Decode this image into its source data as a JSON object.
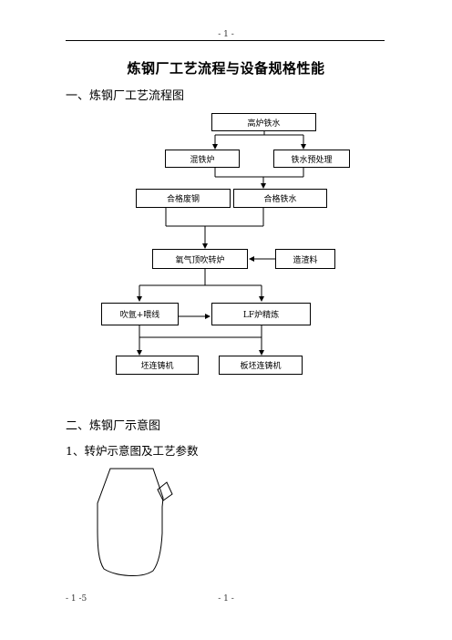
{
  "header": {
    "page_num": "- 1 -"
  },
  "title": "炼钢厂工艺流程与设备规格性能",
  "section1": {
    "heading": "一、炼钢厂工艺流程图"
  },
  "flowchart": {
    "blast_furnace": "高炉铁水",
    "mixer": "混铁炉",
    "pretreatment": "铁水预处理",
    "qualified_scrap": "合格废钢",
    "qualified_iron": "合格铁水",
    "bof": "氧气顶吹转炉",
    "slag_material": "造渣料",
    "argon_line": "吹氩+喂线",
    "lf": "LF炉精炼",
    "billet_caster": "坯连铸机",
    "slab_caster": "板坯连铸机"
  },
  "section2": {
    "heading": "二、炼钢厂示意图"
  },
  "section3": {
    "heading": "1、转炉示意图及工艺参数"
  },
  "footer": {
    "left": "- 1 -5",
    "center": "- 1 -"
  }
}
